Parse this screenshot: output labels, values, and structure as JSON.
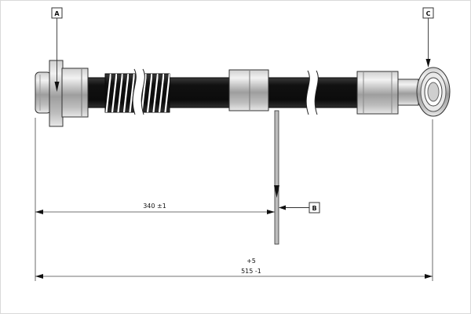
{
  "drawing": {
    "type": "technical-drawing-brake-hose",
    "callout_a": "A",
    "callout_b": "B",
    "callout_c": "C",
    "dim_partial": "340 ±1",
    "dim_overall_plus": "+5",
    "dim_overall": "515 -1",
    "colors": {
      "hose": "#141414",
      "fitting": "#c9c9c9",
      "clip": "#bdbdbd",
      "line": "#333333",
      "text": "#111111",
      "background": "#ffffff"
    }
  }
}
